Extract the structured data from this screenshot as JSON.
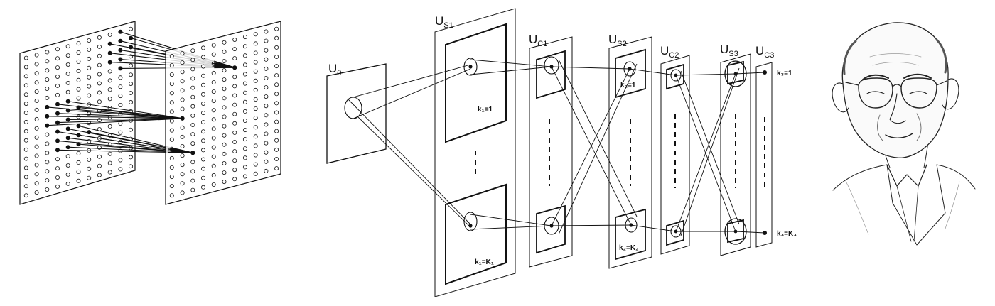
{
  "diagram": {
    "layers": [
      {
        "id": "u0",
        "main": "U",
        "sub": "0"
      },
      {
        "id": "us1",
        "main": "U",
        "sub": "S1"
      },
      {
        "id": "uc1",
        "main": "U",
        "sub": "C1"
      },
      {
        "id": "us2",
        "main": "U",
        "sub": "S2"
      },
      {
        "id": "uc2",
        "main": "U",
        "sub": "C2"
      },
      {
        "id": "us3",
        "main": "U",
        "sub": "S3"
      },
      {
        "id": "uc3",
        "main": "U",
        "sub": "C3"
      }
    ],
    "plane_labels": {
      "k1_top": "k₁=1",
      "k1_bottom": "k₁=K₁",
      "k2_top": "k₂=1",
      "k2_bottom": "k₂=K₂",
      "k3_top": "k₃=1",
      "k3_bottom": "k₃=K₃"
    }
  },
  "portrait": {
    "subject": "elderly man with glasses",
    "style": "pencil sketch"
  },
  "colors": {
    "ink": "#111111",
    "background": "#ffffff",
    "plane_fill": "#ffffff"
  }
}
